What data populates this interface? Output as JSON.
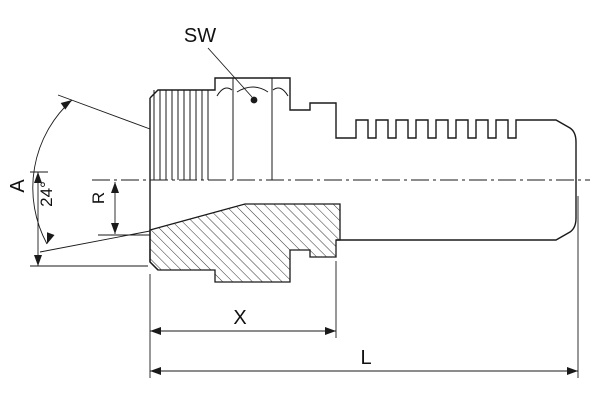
{
  "drawing": {
    "type": "technical-section-drawing",
    "subject": "hydraulic hose fitting, male stud with hex nut and hose barb shank",
    "colors": {
      "background": "#ffffff",
      "line": "#1a1a1a"
    }
  },
  "labels": {
    "sw": "SW",
    "a": "A",
    "angle": "24°",
    "r": "R",
    "x": "X",
    "l": "L"
  }
}
